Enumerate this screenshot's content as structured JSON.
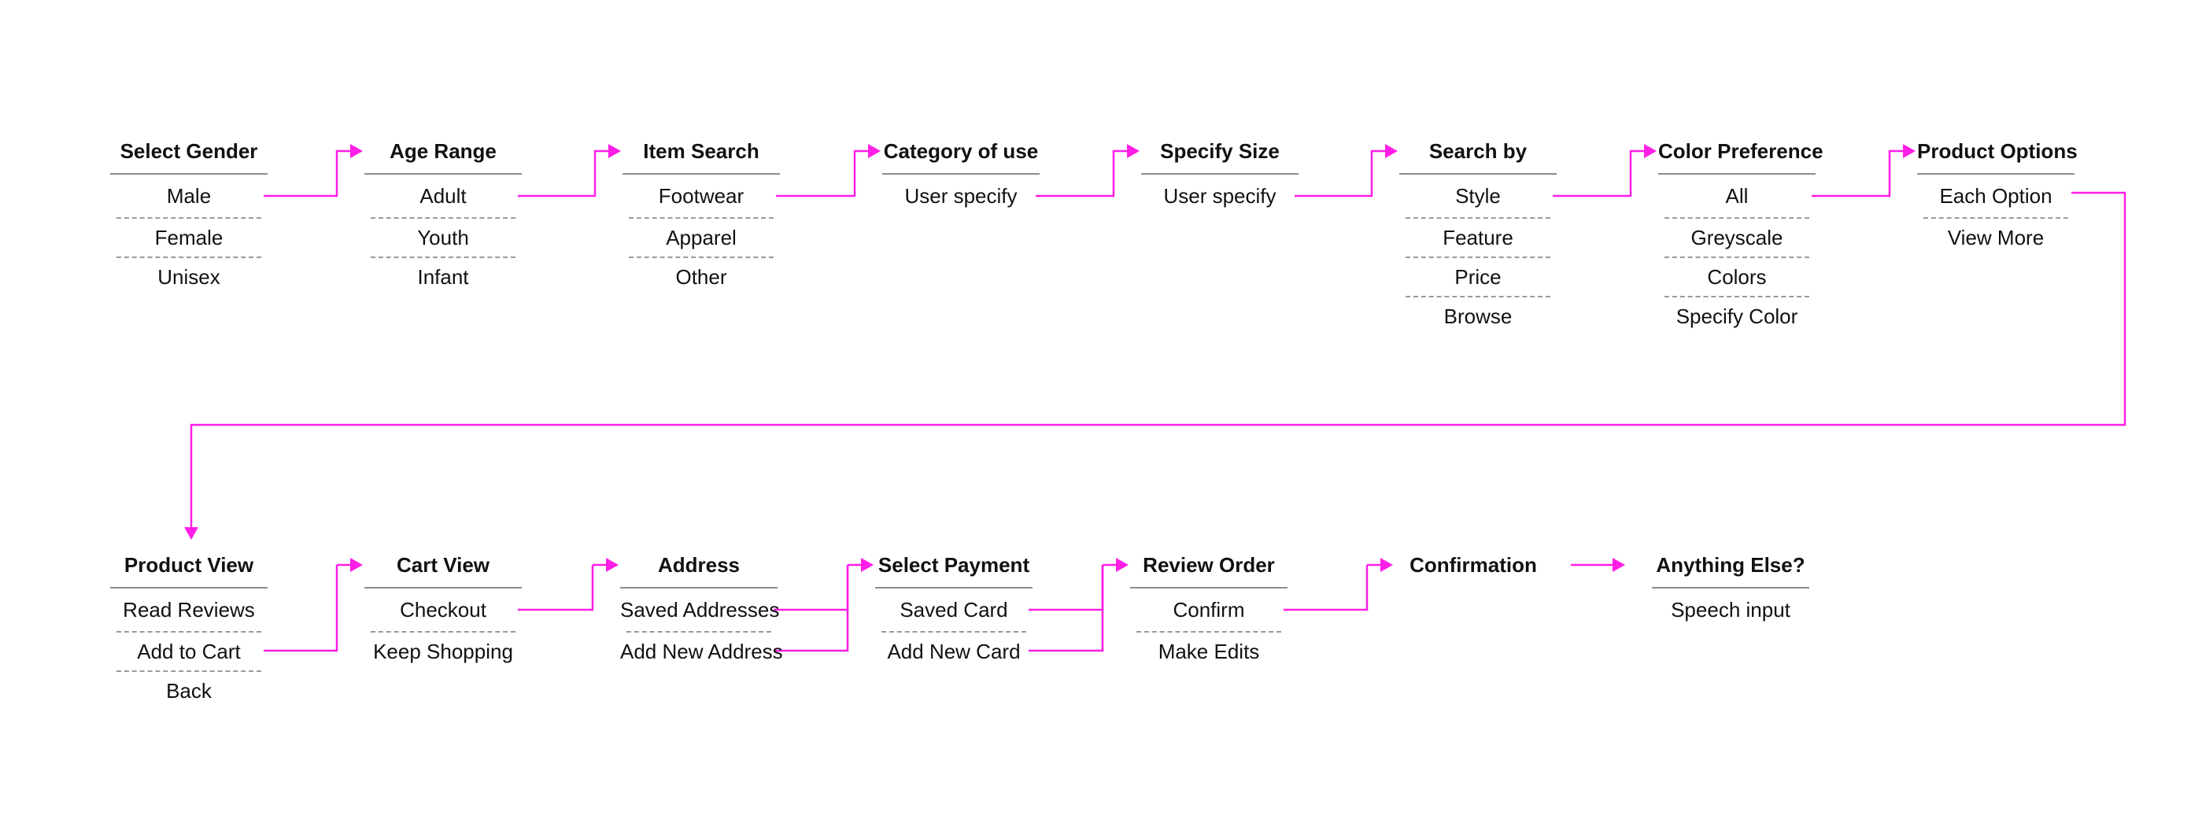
{
  "accent": "#ff1ee6",
  "row1": [
    {
      "id": "select-gender",
      "title": "Select Gender",
      "options": [
        "Male",
        "Female",
        "Unisex"
      ]
    },
    {
      "id": "age-range",
      "title": "Age Range",
      "options": [
        "Adult",
        "Youth",
        "Infant"
      ]
    },
    {
      "id": "item-search",
      "title": "Item Search",
      "options": [
        "Footwear",
        "Apparel",
        "Other"
      ]
    },
    {
      "id": "category-of-use",
      "title": "Category of use",
      "options": [
        "User specify"
      ]
    },
    {
      "id": "specify-size",
      "title": "Specify Size",
      "options": [
        "User specify"
      ]
    },
    {
      "id": "search-by",
      "title": "Search by",
      "options": [
        "Style",
        "Feature",
        "Price",
        "Browse"
      ]
    },
    {
      "id": "color-preference",
      "title": "Color Preference",
      "options": [
        "All",
        "Greyscale",
        "Colors",
        "Specify Color"
      ]
    },
    {
      "id": "product-options",
      "title": "Product Options",
      "options": [
        "Each Option",
        "View More"
      ]
    }
  ],
  "row2": [
    {
      "id": "product-view",
      "title": "Product View",
      "options": [
        "Read Reviews",
        "Add to Cart",
        "Back"
      ]
    },
    {
      "id": "cart-view",
      "title": "Cart View",
      "options": [
        "Checkout",
        "Keep Shopping"
      ]
    },
    {
      "id": "address",
      "title": "Address",
      "options": [
        "Saved Addresses",
        "Add New Address"
      ]
    },
    {
      "id": "select-payment",
      "title": "Select Payment",
      "options": [
        "Saved Card",
        "Add New Card"
      ]
    },
    {
      "id": "review-order",
      "title": "Review Order",
      "options": [
        "Confirm",
        "Make Edits"
      ]
    },
    {
      "id": "confirmation",
      "title": "Confirmation",
      "options": []
    },
    {
      "id": "anything-else",
      "title": "Anything Else?",
      "options": [
        "Speech input"
      ]
    }
  ]
}
